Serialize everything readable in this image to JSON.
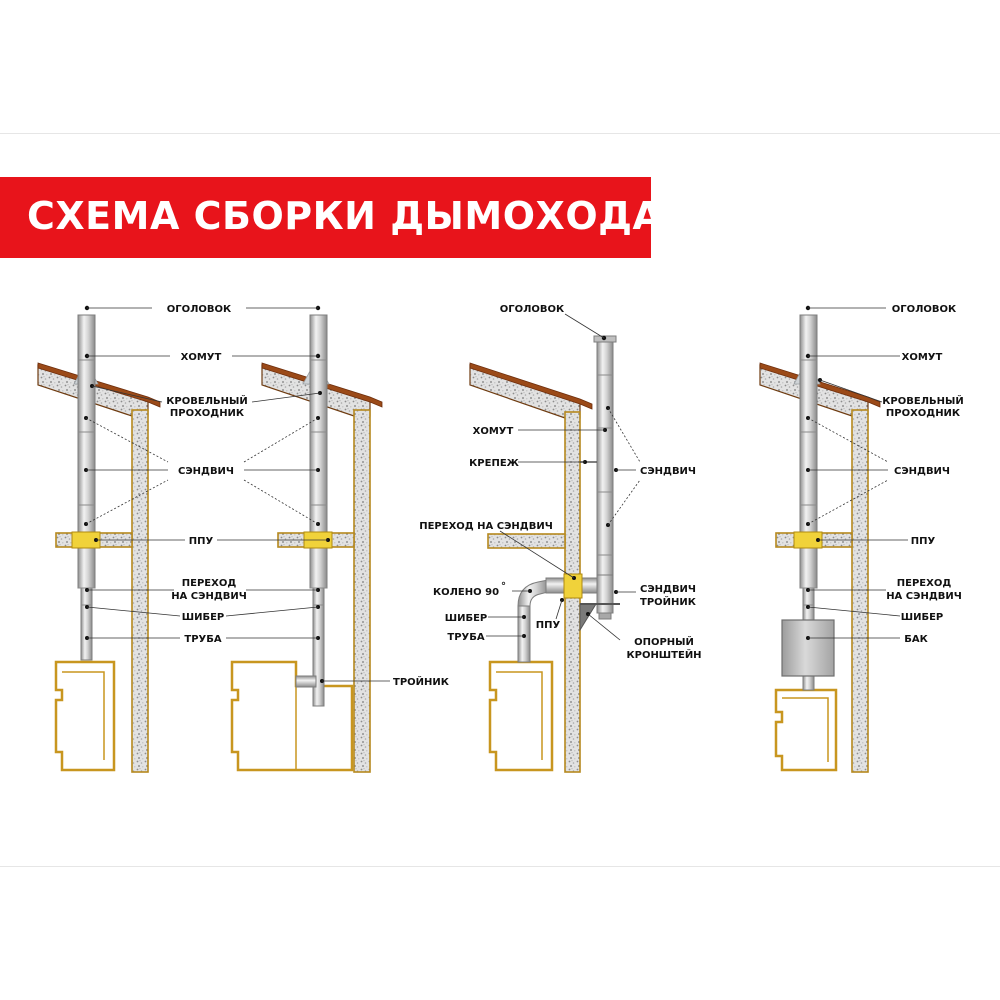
{
  "title": "СХЕМА СБОРКИ ДЫМОХОДА",
  "scheme1": {
    "ogolovok": "ОГОЛОВОК",
    "homut": "ХОМУТ",
    "krovelny_1": "КРОВЕЛЬНЫЙ",
    "krovelny_2": "ПРОХОДНИК",
    "sendvich": "СЭНДВИЧ",
    "ppu": "ППУ",
    "perehod_1": "ПЕРЕХОД",
    "perehod_2": "НА СЭНДВИЧ",
    "shiber": "ШИБЕР",
    "truba": "ТРУБА",
    "troynik": "ТРОЙНИК"
  },
  "scheme2": {
    "ogolovok": "ОГОЛОВОК",
    "homut": "ХОМУТ",
    "krepezh": "КРЕПЕЖ",
    "sendvich": "СЭНДВИЧ",
    "perehod": "ПЕРЕХОД НА СЭНДВИЧ",
    "koleno": "КОЛЕНО 90",
    "koleno_deg": "°",
    "shiber": "ШИБЕР",
    "truba": "ТРУБА",
    "ppu": "ППУ",
    "troynik_1": "СЭНДВИЧ",
    "troynik_2": "ТРОЙНИК",
    "kronshteyn_1": "ОПОРНЫЙ",
    "kronshteyn_2": "КРОНШТЕЙН"
  },
  "scheme3": {
    "ogolovok": "ОГОЛОВОК",
    "homut": "ХОМУТ",
    "krovelny_1": "КРОВЕЛЬНЫЙ",
    "krovelny_2": "ПРОХОДНИК",
    "sendvich": "СЭНДВИЧ",
    "ppu": "ППУ",
    "perehod_1": "ПЕРЕХОД",
    "perehod_2": "НА СЭНДВИЧ",
    "shiber": "ШИБЕР",
    "bak": "БАК"
  },
  "colors": {
    "banner": "#e8141b",
    "stove_outline": "#c8961f",
    "ppu_fill": "#f0d23a",
    "roof_edge": "#9b4a18"
  }
}
